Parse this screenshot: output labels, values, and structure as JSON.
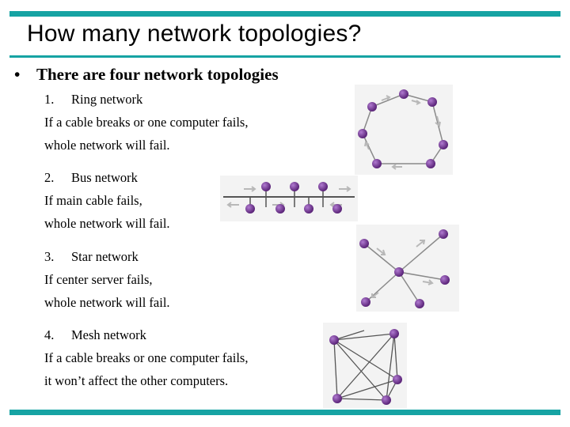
{
  "slide": {
    "title": "How many network topologies?",
    "bullet_symbol": "•",
    "bullet": "There are four network topologies",
    "items": [
      {
        "number": "1.",
        "name": "Ring network",
        "line1": "If a cable breaks or one computer fails,",
        "line2": "whole network will fail."
      },
      {
        "number": "2.",
        "name": "Bus network",
        "line1": "If main cable fails,",
        "line2": "whole network will fail."
      },
      {
        "number": "3.",
        "name": "Star network",
        "line1": "If center server fails,",
        "line2": "whole network will fail."
      },
      {
        "number": "4.",
        "name": "Mesh network",
        "line1": "If a cable breaks or one computer fails,",
        "line2": "it won’t affect the other computers."
      }
    ]
  },
  "colors": {
    "accent": "#16a3a3",
    "node": "#6a2f8a",
    "node_highlight": "#b07ad0",
    "link": "#8a8a8a",
    "arrow": "#b8b8b8"
  },
  "icons": [
    "ring-topology-icon",
    "bus-topology-icon",
    "star-topology-icon",
    "mesh-topology-icon"
  ]
}
